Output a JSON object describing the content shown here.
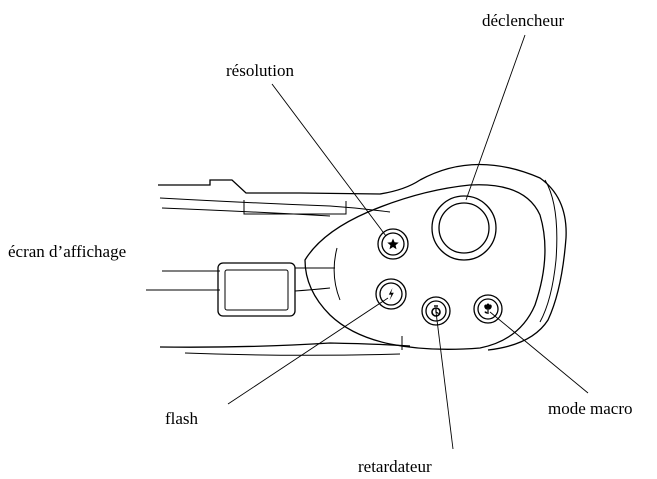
{
  "labels": {
    "shutter": "déclencheur",
    "resolution": "résolution",
    "display": "écran d’affichage",
    "flash": "flash",
    "macro": "mode macro",
    "timer": "retardateur"
  },
  "icons": {
    "resolution": "star-icon",
    "flash": "lightning-icon",
    "timer": "timer-icon",
    "macro": "flower-icon"
  },
  "colors": {
    "ink": "#000000",
    "paper": "#ffffff"
  }
}
